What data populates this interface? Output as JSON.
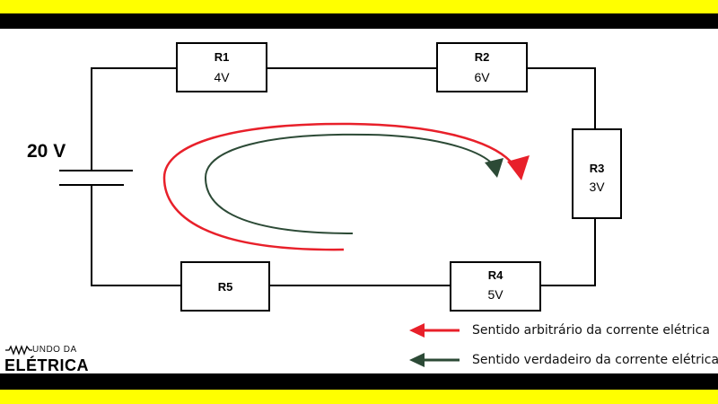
{
  "colors": {
    "band_yellow": "#ffff00",
    "band_black": "#000000",
    "arbitrary_current": "#e8202a",
    "true_current": "#2c4a36",
    "wire": "#000000"
  },
  "source": {
    "voltage": "20 V"
  },
  "resistors": [
    {
      "name": "R1",
      "value": "4V"
    },
    {
      "name": "R2",
      "value": "6V"
    },
    {
      "name": "R3",
      "value": "3V"
    },
    {
      "name": "R4",
      "value": "5V"
    },
    {
      "name": "R5",
      "value": ""
    }
  ],
  "legend": [
    {
      "text": "Sentido arbitrário da corrente elétrica",
      "icon": "red-arrow-left"
    },
    {
      "text": "Sentido verdadeiro da corrente elétrica",
      "icon": "green-arrow-left"
    }
  ],
  "logo": {
    "line1": "UNDO DA",
    "line2": "ELÉTRICA"
  }
}
